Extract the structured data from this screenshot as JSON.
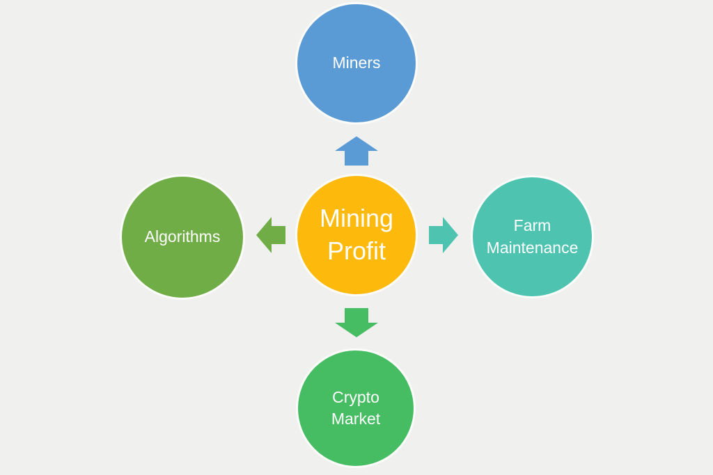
{
  "diagram": {
    "type": "hub-and-spoke",
    "background_color": "#F0F0EF",
    "text_color": "#FFFFFF",
    "center": {
      "label": "Mining Profit",
      "color": "#FDBA0D"
    },
    "nodes": [
      {
        "id": "miners",
        "label": "Miners",
        "position": "top",
        "color": "#5B9BD5"
      },
      {
        "id": "farm-maintenance",
        "label": "Farm Maintenance",
        "position": "right",
        "color": "#4EC3B0"
      },
      {
        "id": "crypto-market",
        "label": "Crypto Market",
        "position": "bottom",
        "color": "#47BD63"
      },
      {
        "id": "algorithms",
        "label": "Algorithms",
        "position": "left",
        "color": "#70AD47"
      }
    ],
    "arrows": [
      {
        "direction": "up",
        "from": "mining-profit",
        "to": "miners",
        "color": "#5B9BD5"
      },
      {
        "direction": "right",
        "from": "mining-profit",
        "to": "farm-maintenance",
        "color": "#4EC3B0"
      },
      {
        "direction": "down",
        "from": "mining-profit",
        "to": "crypto-market",
        "color": "#47BD63"
      },
      {
        "direction": "left",
        "from": "mining-profit",
        "to": "algorithms",
        "color": "#70AD47"
      }
    ]
  }
}
